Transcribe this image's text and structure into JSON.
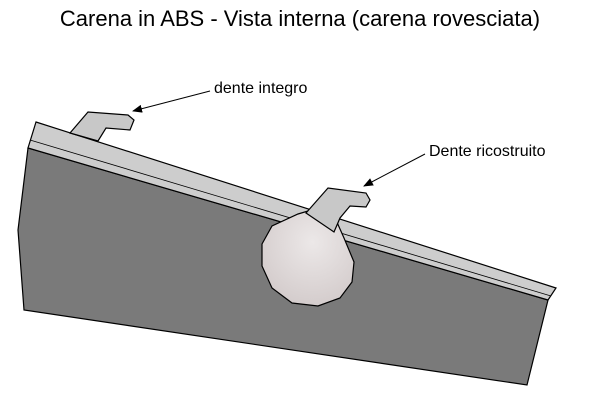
{
  "title": "Carena in ABS - Vista interna (carena rovesciata)",
  "labels": {
    "intact_tooth": "dente integro",
    "rebuilt_tooth": "Dente ricostruito"
  },
  "colors": {
    "hull_face": "#7a7a7a",
    "hull_rim": "#cdcdcd",
    "tooth": "#c8c8c8",
    "repair_patch": "#d6cfcf",
    "outline": "#000000"
  }
}
